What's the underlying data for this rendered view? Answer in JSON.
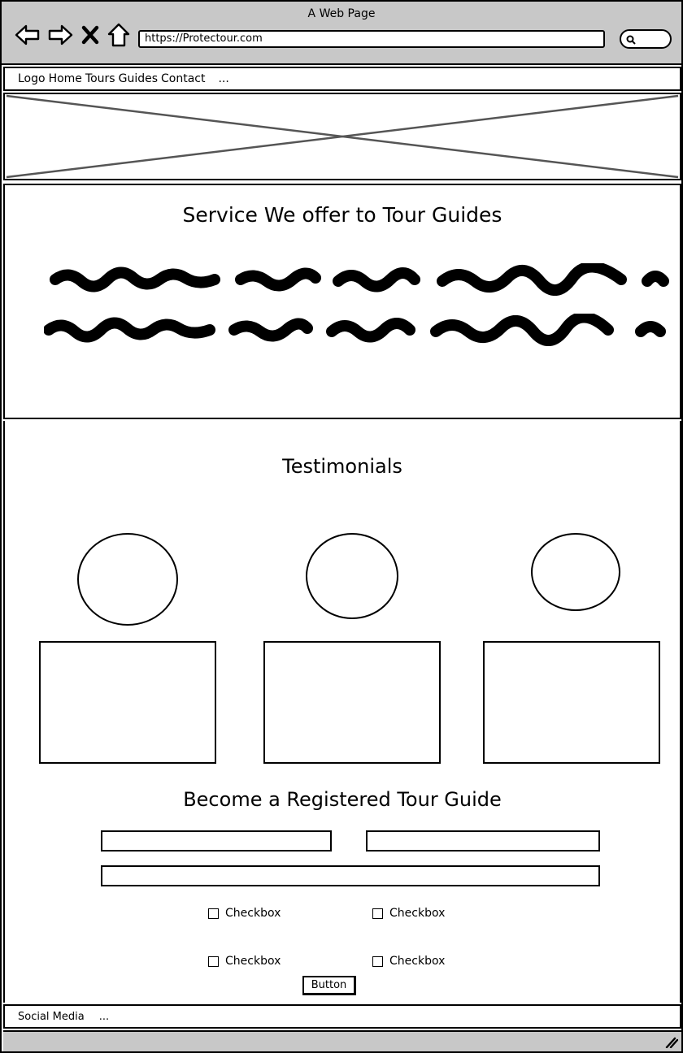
{
  "window": {
    "title": "A Web Page",
    "url": "https://Protectour.com",
    "icons": [
      "back-arrow-icon",
      "forward-arrow-icon",
      "close-x-icon",
      "home-icon",
      "search-icon",
      "resize-grip-icon"
    ]
  },
  "nav": {
    "items": [
      {
        "label": "Logo"
      },
      {
        "label": "Home"
      },
      {
        "label": "Tours"
      },
      {
        "label": "Guides"
      },
      {
        "label": "Contact"
      }
    ],
    "more": "..."
  },
  "services": {
    "title": "Service We offer to Tour Guides"
  },
  "testimonials": {
    "title": "Testimonials"
  },
  "registration": {
    "title": "Become a Registered Tour Guide",
    "checkboxes": [
      {
        "label": "Checkbox",
        "checked": false
      },
      {
        "label": "Checkbox",
        "checked": false
      },
      {
        "label": "Checkbox",
        "checked": false
      },
      {
        "label": "Checkbox",
        "checked": false
      }
    ],
    "button_label": "Button"
  },
  "footer": {
    "label": "Social Media",
    "more": "..."
  }
}
